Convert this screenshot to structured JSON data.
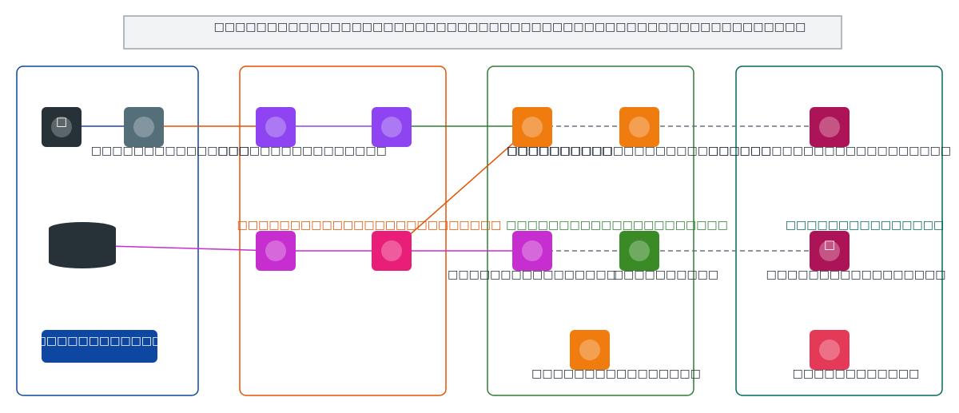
{
  "title": "□□□□□□□□□□□□□□□□□□□□□□□□□□□□□□□□□□□□□□□□□□□□□□□□□□□□□□□□",
  "lanes": [
    {
      "name": "lane-source",
      "color": "#0d47a1"
    },
    {
      "name": "lane-processing",
      "color": "#e65100"
    },
    {
      "name": "lane-analysis",
      "color": "#2e7d32"
    },
    {
      "name": "lane-output",
      "color": "#00695c"
    }
  ],
  "group_labels": [
    {
      "text": "□□□□□□□□□□□□□□□□□□□□□□□□□",
      "color": "#e65100"
    },
    {
      "text": "□□□□□□□□□□□□□□□□□□□□□",
      "color": "#2e7d32"
    },
    {
      "text": "□□□□□□□□□□□□□□□",
      "color": "#00695c"
    }
  ],
  "source": {
    "node_icon_glyph": "□",
    "database_icon": "database-icon",
    "button_label": "□□□□□□□□□□□□"
  },
  "nodes": [
    {
      "label": "□□□□□□□□□□□□□□□",
      "color": "#546e7a",
      "icon": "circle-icon"
    },
    {
      "label": "□□□□□□□□□□□□□□□□",
      "color": "#8e44f0",
      "icon": "circle-icon"
    },
    {
      "label": "",
      "color": "#8e44f0",
      "icon": "circle-icon"
    },
    {
      "label": "□□□□□□□□□□",
      "color": "#f07c10",
      "icon": "circle-icon"
    },
    {
      "label": "□□□□□□□□□□□□□□□□□□□□□□□□□",
      "color": "#f07c10",
      "icon": "circle-icon"
    },
    {
      "label": "□□□□□□□□□□□□□□□□□□□□□□□",
      "color": "#ad1457",
      "icon": "circle-icon"
    },
    {
      "label": "",
      "color": "#c62ecf",
      "icon": "circle-icon"
    },
    {
      "label": "",
      "color": "#e91e78",
      "icon": "circle-icon"
    },
    {
      "label": "□□□□□□□□□□□□□□□□",
      "color": "#c62ecf",
      "icon": "circle-icon"
    },
    {
      "label": "□□□□□□□□□□",
      "color": "#3a8a26",
      "icon": "circle-icon"
    },
    {
      "label": "□□□□□□□□□□□□□□□□□",
      "color": "#ad1457",
      "icon": "square-glyph-icon",
      "glyph": "□"
    },
    {
      "label": "□□□□□□□□□□□□□□□□",
      "color": "#f07c10",
      "icon": "circle-icon"
    },
    {
      "label": "□□□□□□□□□□□□",
      "color": "#e53958",
      "icon": "circle-icon"
    }
  ],
  "edge_colors": {
    "blue": "#1e40af",
    "orange": "#e65100",
    "purple": "#8e44f0",
    "green": "#2e7d32",
    "magenta": "#c62ecf",
    "dashed": "#6b7280"
  }
}
